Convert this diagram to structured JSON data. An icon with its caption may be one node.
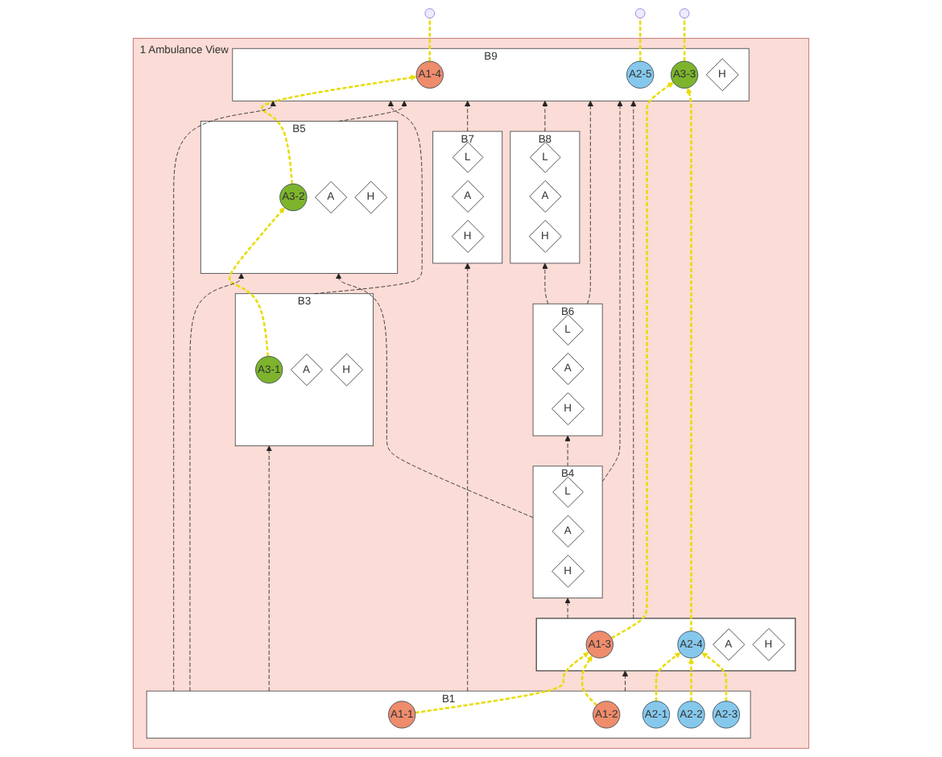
{
  "diagram": {
    "nodes": [
      {
        "text": [
          "1 Ambulance View"
        ]
      },
      {
        "text": [
          "B9"
        ],
        "in": 0
      },
      {
        "text": [
          "A1-4"
        ],
        "in": 1
      },
      {
        "text": [
          "A2-5"
        ],
        "in": 1
      },
      {
        "text": [
          "A3-3"
        ],
        "in": 1
      },
      {
        "text": [
          "H"
        ],
        "in": 1
      },
      {
        "text": [
          "B8"
        ],
        "in": 0
      },
      {
        "text": [
          "L"
        ],
        "in": 6
      },
      {
        "text": [
          "A"
        ],
        "in": 6
      },
      {
        "text": [
          "H"
        ],
        "in": 6
      },
      {
        "text": [
          "B7"
        ],
        "in": 0
      },
      {
        "text": [
          "L"
        ],
        "in": 10
      },
      {
        "text": [
          "A"
        ],
        "in": 10
      },
      {
        "text": [
          "H"
        ],
        "in": 10
      },
      {
        "text": [
          "B6"
        ],
        "in": 0
      },
      {
        "text": [
          "L"
        ],
        "in": 14
      },
      {
        "text": [
          "A"
        ],
        "in": 14
      },
      {
        "text": [
          "H"
        ],
        "in": 14
      },
      {
        "text": [
          "B5"
        ],
        "in": 0
      },
      {
        "text": [
          "A3-2"
        ],
        "in": 18
      },
      {
        "text": [
          "A"
        ],
        "in": 18
      },
      {
        "text": [
          "H"
        ],
        "in": 18
      },
      {
        "text": [
          "B4"
        ],
        "in": 0
      },
      {
        "text": [
          "L"
        ],
        "in": 22
      },
      {
        "text": [
          "A"
        ],
        "in": 22
      },
      {
        "text": [
          "H"
        ],
        "in": 22
      },
      {
        "text": [
          "B3"
        ],
        "in": 0
      },
      {
        "text": [
          "A3-1"
        ],
        "in": 26
      },
      {
        "text": [
          "A"
        ],
        "in": 26
      },
      {
        "text": [
          "H"
        ],
        "in": 26
      },
      {
        "text": [],
        "shape": "box",
        "in": 0
      },
      {
        "text": [
          "A1-3"
        ],
        "in": 30
      },
      {
        "text": [
          "A2-4"
        ],
        "in": 30
      },
      {
        "text": [
          "A"
        ],
        "in": 30
      },
      {
        "text": [
          "H"
        ],
        "in": 30
      },
      {
        "text": [
          "B1"
        ],
        "in": 0
      },
      {
        "text": [
          "A1-1"
        ],
        "in": 35
      },
      {
        "text": [
          "A1-2"
        ],
        "in": 35
      },
      {
        "text": [
          "A2-1"
        ],
        "in": 35
      },
      {
        "text": [
          "A2-2"
        ],
        "in": 35
      },
      {
        "text": [
          "A2-3"
        ],
        "in": 35
      }
    ],
    "edges": [
      {
        "from": null,
        "to": 2,
        "arrow": "none",
        "color": "#e8dc00"
      },
      {
        "from": null,
        "to": 3,
        "arrow": "none",
        "color": "#e8dc00"
      },
      {
        "from": null,
        "to": 4,
        "arrow": "none",
        "color": "#e8dc00"
      },
      {
        "from": 27,
        "to": 19,
        "arrow": "to",
        "color": "#e8dc00"
      },
      {
        "from": 19,
        "to": 2,
        "arrow": "to",
        "color": "#e8dc00"
      },
      {
        "from": 36,
        "to": 31,
        "arrow": "to",
        "color": "#e8dc00"
      },
      {
        "from": 37,
        "to": 31,
        "arrow": "to",
        "color": "#e8dc00"
      },
      {
        "from": 38,
        "to": 32,
        "arrow": "to",
        "color": "#e8dc00"
      },
      {
        "from": 39,
        "to": 32,
        "arrow": "to",
        "color": "#e8dc00"
      },
      {
        "from": 40,
        "to": 32,
        "arrow": "to",
        "color": "#e8dc00"
      },
      {
        "from": 31,
        "to": 4,
        "arrow": "to",
        "color": "#e8dc00"
      },
      {
        "from": 32,
        "to": 4,
        "arrow": "to",
        "color": "#e8dc00"
      },
      {
        "from": 35,
        "to": 26,
        "arrow": "to"
      },
      {
        "from": 35,
        "to": 18,
        "arrow": "to"
      },
      {
        "from": 35,
        "to": 10,
        "arrow": "to"
      },
      {
        "from": 35,
        "to": 1,
        "arrow": "to"
      },
      {
        "from": 35,
        "to": 30,
        "arrow": "to"
      },
      {
        "from": 30,
        "to": 22,
        "arrow": "to"
      },
      {
        "from": 22,
        "to": 14,
        "arrow": "to"
      },
      {
        "from": 14,
        "to": 6,
        "arrow": "to"
      },
      {
        "from": 22,
        "to": 18,
        "arrow": "to"
      },
      {
        "from": 26,
        "to": 1,
        "arrow": "to"
      },
      {
        "from": 18,
        "to": 1,
        "arrow": "to"
      },
      {
        "from": 10,
        "to": 1,
        "arrow": "to"
      },
      {
        "from": 6,
        "to": 1,
        "arrow": "to"
      },
      {
        "from": 14,
        "to": 1,
        "arrow": "to"
      },
      {
        "from": 22,
        "to": 1,
        "arrow": "to"
      },
      {
        "from": 30,
        "to": 1,
        "arrow": "to"
      }
    ]
  }
}
